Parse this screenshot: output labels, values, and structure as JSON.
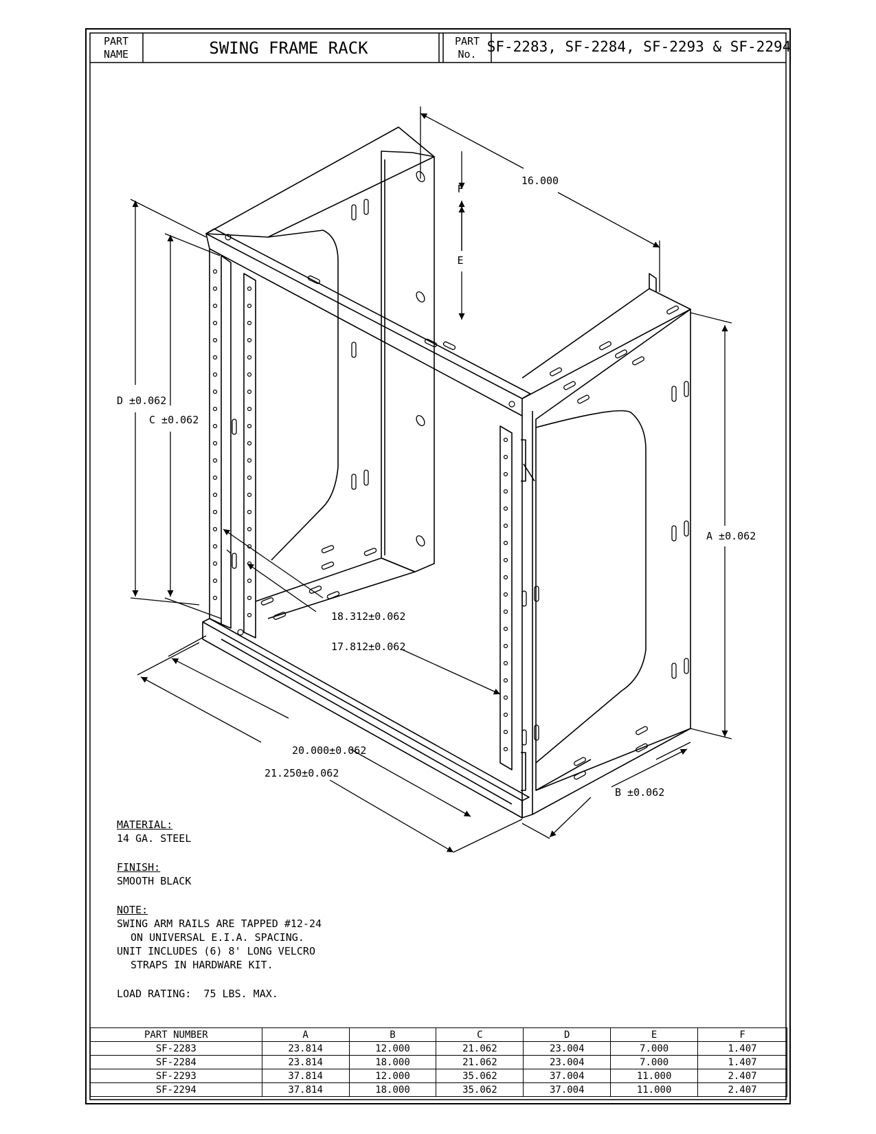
{
  "title_block": {
    "part_name_label": "PART\nNAME",
    "part_name_value": "SWING FRAME RACK",
    "part_no_label": "PART\nNo.",
    "part_no_value": "SF-2283, SF-2284, SF-2293 & SF-2294"
  },
  "dimensions": {
    "depth": "16.000",
    "f": "F",
    "e": "E",
    "d": "D ±0.062",
    "c": "C ±0.062",
    "a": "A ±0.062",
    "b": "B ±0.062",
    "rail_outer": "18.312±0.062",
    "rail_inner": "17.812±0.062",
    "width_inner": "20.000±0.062",
    "width_outer": "21.250±0.062"
  },
  "notes": {
    "material_heading": "MATERIAL:",
    "material_value": "14 GA. STEEL",
    "finish_heading": "FINISH:",
    "finish_value": "SMOOTH BLACK",
    "note_heading": "NOTE:",
    "note_line1": "SWING ARM RAILS ARE TAPPED #12-24",
    "note_line2": "ON UNIVERSAL E.I.A. SPACING.",
    "note_line3": "UNIT INCLUDES (6) 8' LONG VELCRO",
    "note_line4": "STRAPS IN HARDWARE KIT.",
    "load_rating": "LOAD RATING:  75 LBS. MAX."
  },
  "table": {
    "headers": [
      "PART NUMBER",
      "A",
      "B",
      "C",
      "D",
      "E",
      "F"
    ],
    "rows": [
      [
        "SF-2283",
        "23.814",
        "12.000",
        "21.062",
        "23.004",
        "7.000",
        "1.407"
      ],
      [
        "SF-2284",
        "23.814",
        "18.000",
        "21.062",
        "23.004",
        "7.000",
        "1.407"
      ],
      [
        "SF-2293",
        "37.814",
        "12.000",
        "35.062",
        "37.004",
        "11.000",
        "2.407"
      ],
      [
        "SF-2294",
        "37.814",
        "18.000",
        "35.062",
        "37.004",
        "11.000",
        "2.407"
      ]
    ]
  }
}
